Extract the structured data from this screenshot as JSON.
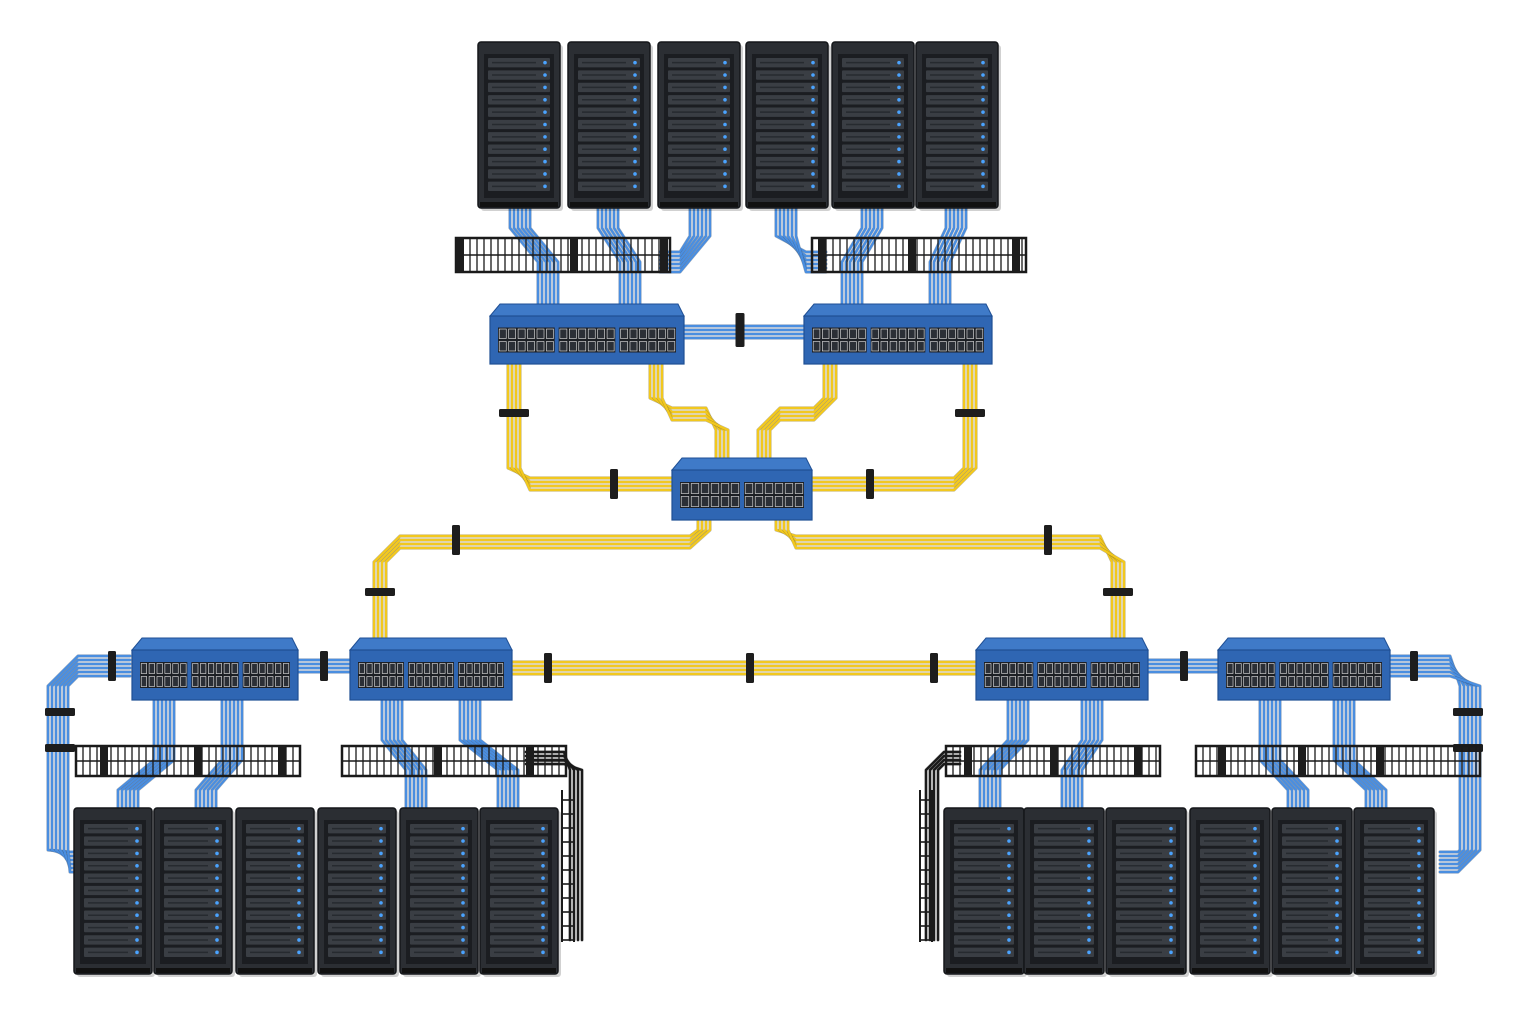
{
  "colors": {
    "background": "#ffffff",
    "rack_body": "#2b2e33",
    "rack_edge": "#15171a",
    "rack_bay": "#3a3e44",
    "rack_led": "#4aa3ff",
    "switch_body": "#2f66b3",
    "switch_top": "#3f7ac8",
    "switch_dark": "#1f4f94",
    "port": "#1c1f24",
    "port_pin": "#e8e8e8",
    "access_cable": "#4a8ee0",
    "uplink_cable": "#f2c81e",
    "cable_tie": "#1d1d1d",
    "tray": "#1a1a1a"
  },
  "icons": {
    "server_rack": "server-rack-icon",
    "network_switch": "network-switch-icon",
    "patch_panel": "cable-tray-icon",
    "ladder": "cable-ladder-icon"
  },
  "topology": {
    "core_switch": "core-switch",
    "distribution_switches": [
      "dist-top-left",
      "dist-top-right",
      "dist-bottom-left-a",
      "dist-bottom-left-b",
      "dist-bottom-right-a",
      "dist-bottom-right-b"
    ],
    "server_groups": [
      {
        "group": "top",
        "rack_count": 6
      },
      {
        "group": "bottom-left",
        "rack_count": 6
      },
      {
        "group": "bottom-right",
        "rack_count": 6
      }
    ]
  }
}
